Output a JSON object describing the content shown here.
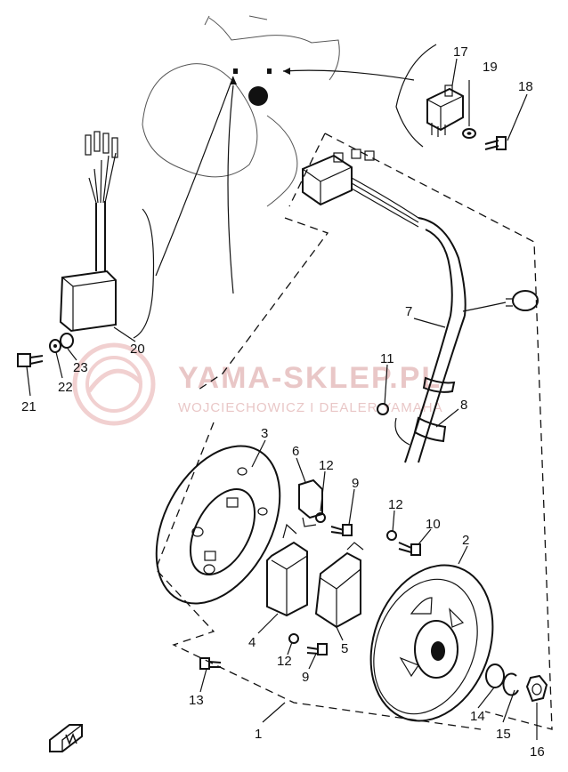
{
  "watermark": {
    "title": "YAMA-SKLEP.PL",
    "subtitle": "WOJCIECHOWICZ I DEALER YAMAHA"
  },
  "part_labels": [
    "1",
    "2",
    "3",
    "4",
    "5",
    "6",
    "7",
    "8",
    "9",
    "9",
    "10",
    "11",
    "12",
    "12",
    "12",
    "13",
    "14",
    "15",
    "16",
    "17",
    "18",
    "19",
    "20",
    "21",
    "22",
    "23"
  ],
  "icons": [
    "motorcycle-outline-icon",
    "watermark-logo-icon",
    "front-direction-icon"
  ],
  "colors": {
    "ink": "#111111",
    "watermark": "#e9c7c7"
  }
}
